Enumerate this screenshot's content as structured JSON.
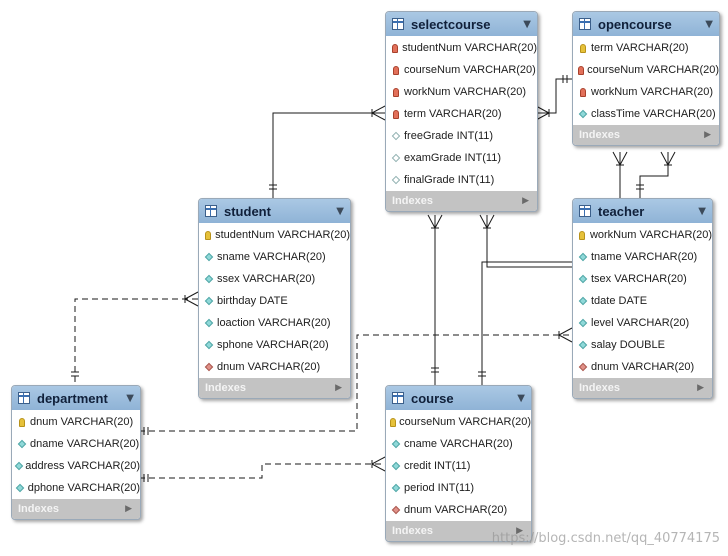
{
  "tables": [
    {
      "id": "selectcourse",
      "name": "selectcourse",
      "foot": "Indexes",
      "columns": [
        {
          "text": "studentNum VARCHAR(20)",
          "icon": "fkey"
        },
        {
          "text": "courseNum VARCHAR(20)",
          "icon": "fkey"
        },
        {
          "text": "workNum VARCHAR(20)",
          "icon": "fkey"
        },
        {
          "text": "term VARCHAR(20)",
          "icon": "fkey"
        },
        {
          "text": "freeGrade INT(11)",
          "icon": "dia-empty"
        },
        {
          "text": "examGrade INT(11)",
          "icon": "dia-empty"
        },
        {
          "text": "finalGrade INT(11)",
          "icon": "dia-empty"
        }
      ]
    },
    {
      "id": "opencourse",
      "name": "opencourse",
      "foot": "Indexes",
      "columns": [
        {
          "text": "term VARCHAR(20)",
          "icon": "key"
        },
        {
          "text": "courseNum VARCHAR(20)",
          "icon": "fkey"
        },
        {
          "text": "workNum VARCHAR(20)",
          "icon": "fkey"
        },
        {
          "text": "classTime VARCHAR(20)",
          "icon": "dia"
        }
      ]
    },
    {
      "id": "student",
      "name": "student",
      "foot": "Indexes",
      "columns": [
        {
          "text": "studentNum VARCHAR(20)",
          "icon": "key"
        },
        {
          "text": "sname VARCHAR(20)",
          "icon": "dia"
        },
        {
          "text": "ssex VARCHAR(20)",
          "icon": "dia"
        },
        {
          "text": "birthday DATE",
          "icon": "dia"
        },
        {
          "text": "loaction VARCHAR(20)",
          "icon": "dia"
        },
        {
          "text": "sphone VARCHAR(20)",
          "icon": "dia"
        },
        {
          "text": "dnum VARCHAR(20)",
          "icon": "dia-red"
        }
      ]
    },
    {
      "id": "teacher",
      "name": "teacher",
      "foot": "Indexes",
      "columns": [
        {
          "text": "workNum VARCHAR(20)",
          "icon": "key"
        },
        {
          "text": "tname VARCHAR(20)",
          "icon": "dia"
        },
        {
          "text": "tsex VARCHAR(20)",
          "icon": "dia"
        },
        {
          "text": "tdate DATE",
          "icon": "dia"
        },
        {
          "text": "level VARCHAR(20)",
          "icon": "dia"
        },
        {
          "text": "salay DOUBLE",
          "icon": "dia"
        },
        {
          "text": "dnum VARCHAR(20)",
          "icon": "dia-red"
        }
      ]
    },
    {
      "id": "department",
      "name": "department",
      "foot": "Indexes",
      "columns": [
        {
          "text": "dnum VARCHAR(20)",
          "icon": "key"
        },
        {
          "text": "dname VARCHAR(20)",
          "icon": "dia"
        },
        {
          "text": "address VARCHAR(20)",
          "icon": "dia"
        },
        {
          "text": "dphone VARCHAR(20)",
          "icon": "dia"
        }
      ]
    },
    {
      "id": "course",
      "name": "course",
      "foot": "Indexes",
      "columns": [
        {
          "text": "courseNum VARCHAR(20)",
          "icon": "key"
        },
        {
          "text": "cname VARCHAR(20)",
          "icon": "dia"
        },
        {
          "text": "credit INT(11)",
          "icon": "dia"
        },
        {
          "text": "period INT(11)",
          "icon": "dia"
        },
        {
          "text": "dnum VARCHAR(20)",
          "icon": "dia-red"
        }
      ]
    }
  ],
  "relationships": [
    {
      "from": "student",
      "to": "selectcourse",
      "style": "solid"
    },
    {
      "from": "selectcourse",
      "to": "opencourse",
      "style": "solid"
    },
    {
      "from": "course",
      "to": "selectcourse",
      "style": "solid"
    },
    {
      "from": "teacher",
      "to": "selectcourse",
      "style": "solid"
    },
    {
      "from": "teacher",
      "to": "opencourse",
      "style": "solid"
    },
    {
      "from": "teacher",
      "to": "course",
      "style": "solid"
    },
    {
      "from": "department",
      "to": "student",
      "style": "dashed"
    },
    {
      "from": "department",
      "to": "teacher",
      "style": "dashed"
    },
    {
      "from": "department",
      "to": "course",
      "style": "dashed"
    }
  ],
  "toggle_glyph": "▼",
  "foot_glyph": "▶",
  "watermark": "https://blog.csdn.net/qq_40774175",
  "colors": {
    "header": "#9bbcdd",
    "footer": "#c3c3c3",
    "line": "#1a1a1a",
    "key": "#e6c13a",
    "foreign_key": "#e2705a",
    "column": "#8fd8d8"
  }
}
